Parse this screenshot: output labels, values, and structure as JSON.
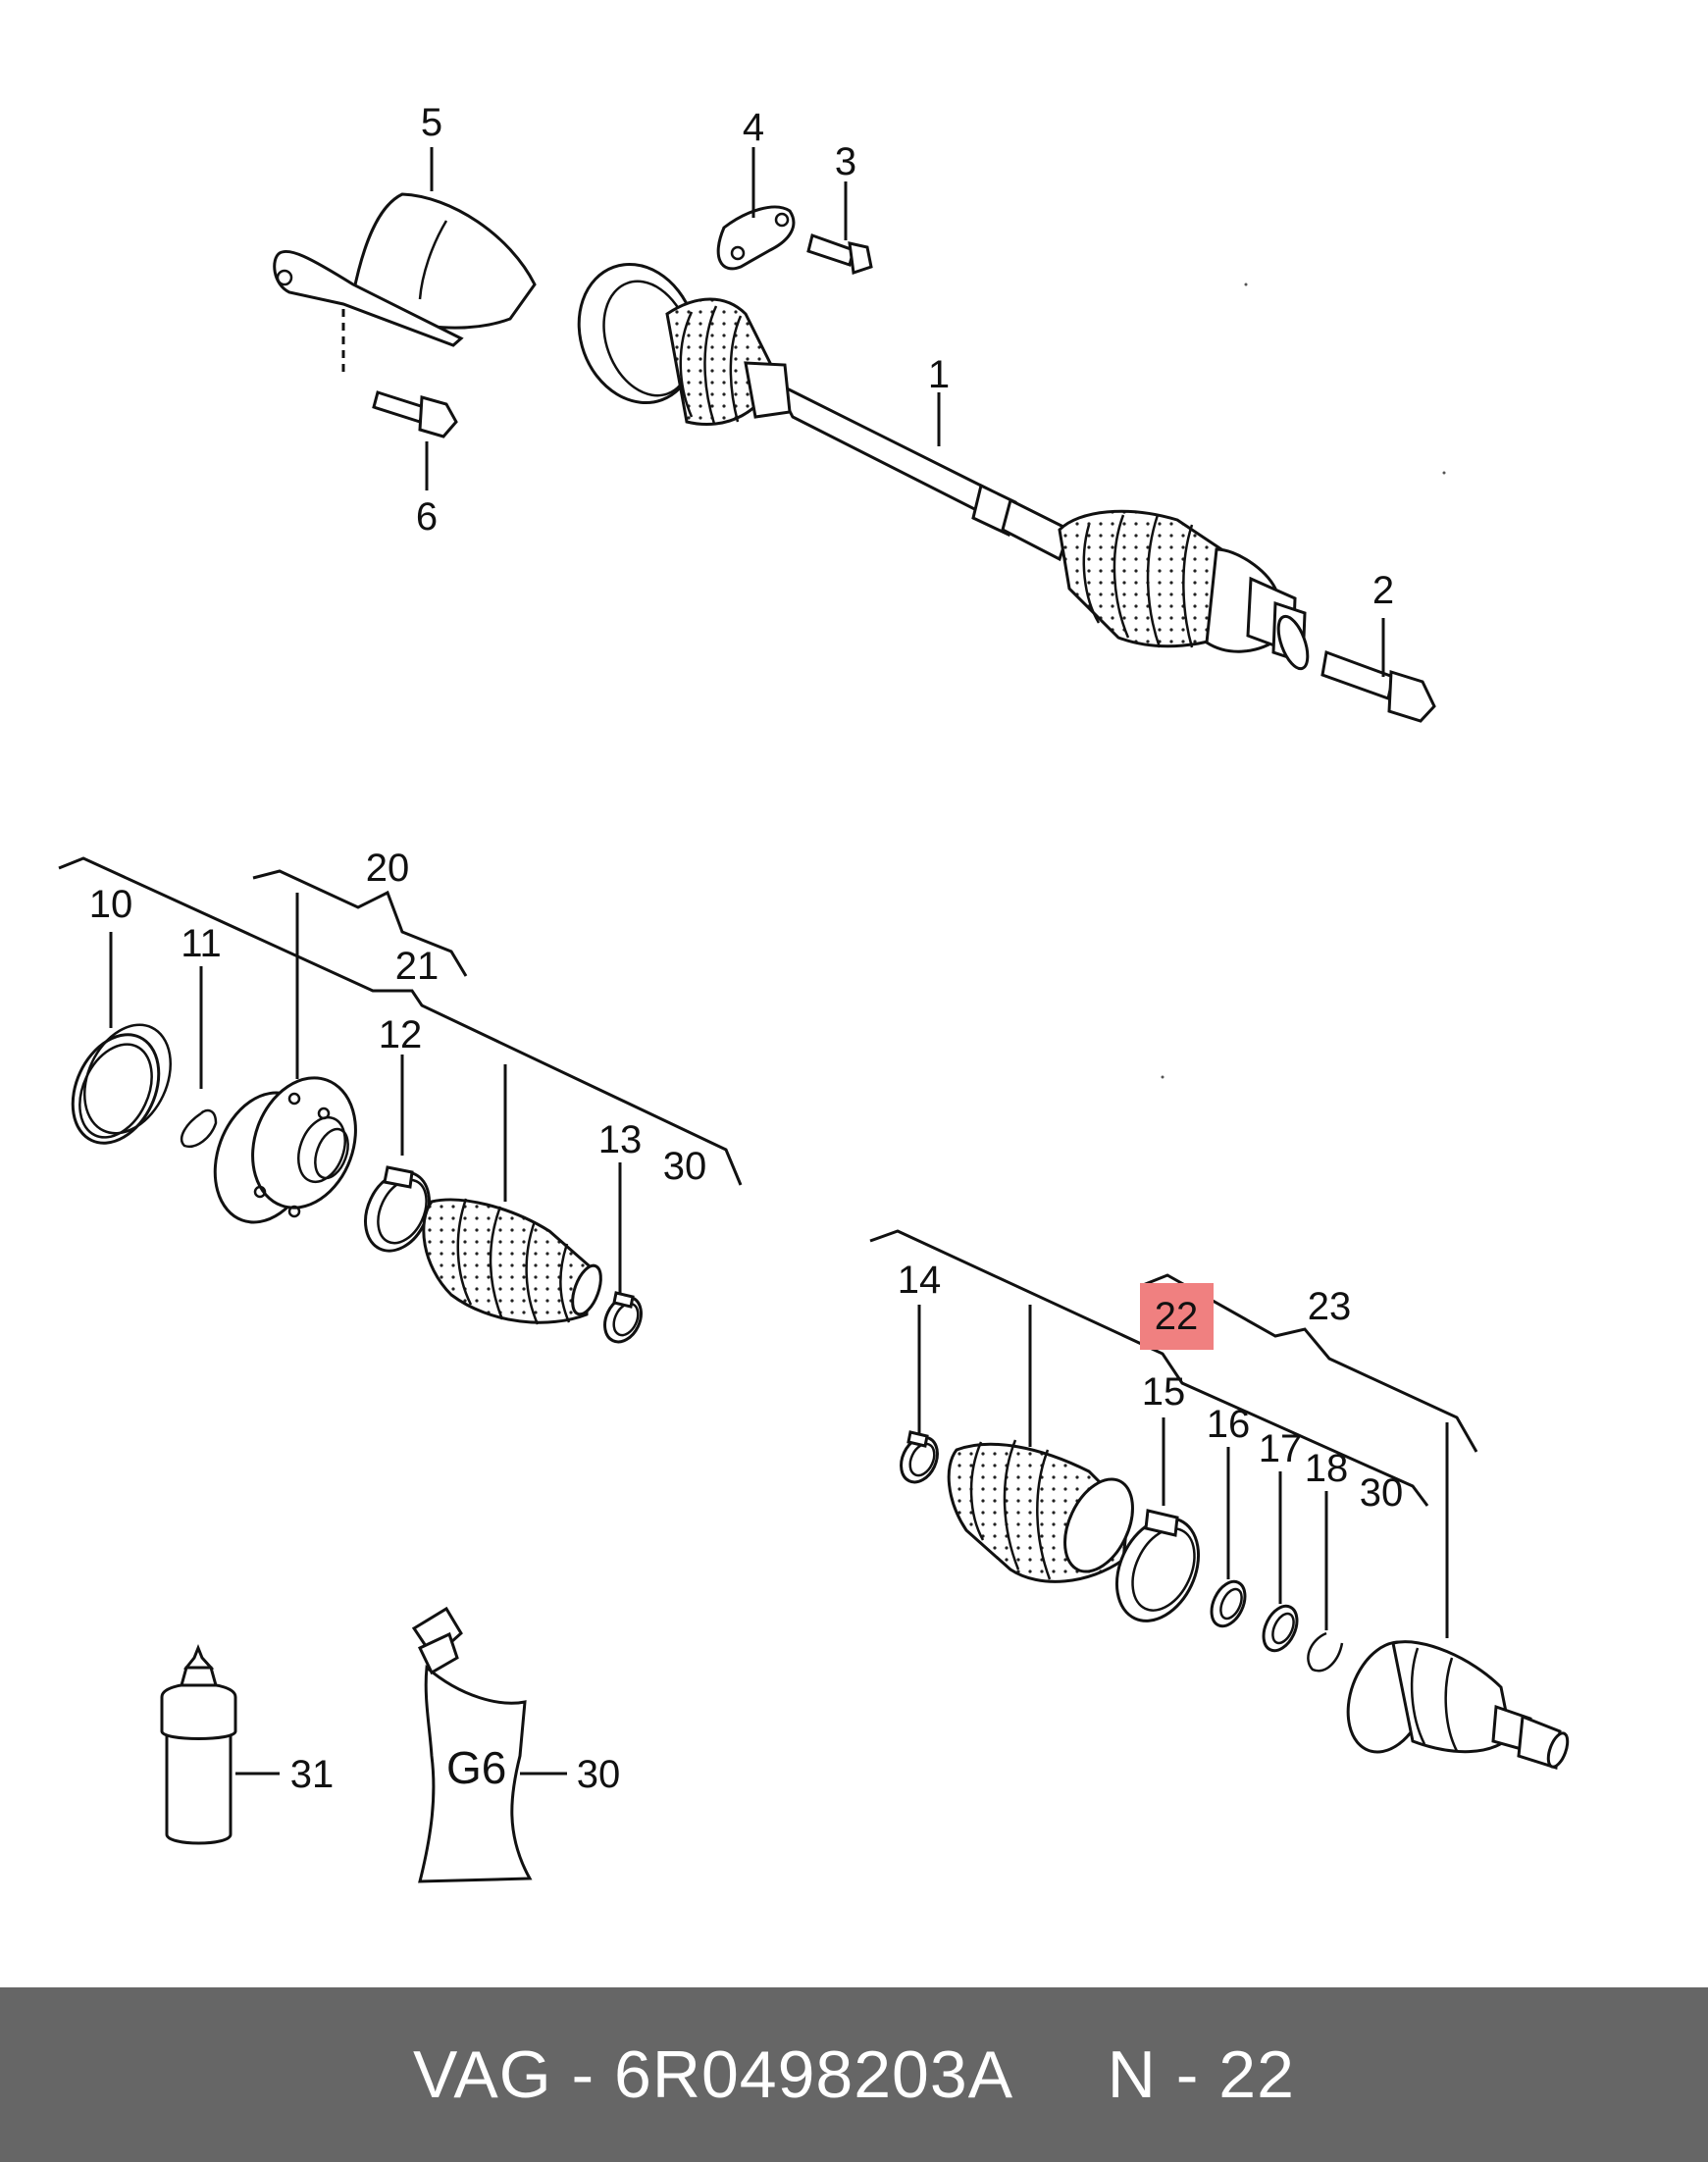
{
  "labels": {
    "l1": "1",
    "l2": "2",
    "l3": "3",
    "l4": "4",
    "l5": "5",
    "l6": "6",
    "l10": "10",
    "l11": "11",
    "l12": "12",
    "l13": "13",
    "l14": "14",
    "l15": "15",
    "l16": "16",
    "l17": "17",
    "l18": "18",
    "l20": "20",
    "l21": "21",
    "l22": "22",
    "l23": "23",
    "l30a": "30",
    "l30b": "30",
    "l30c": "30",
    "l31": "31"
  },
  "tube_text": "G6",
  "highlight_color": "#f08080",
  "footer": {
    "text": "VAG - 6R0498203A     N - 22"
  }
}
